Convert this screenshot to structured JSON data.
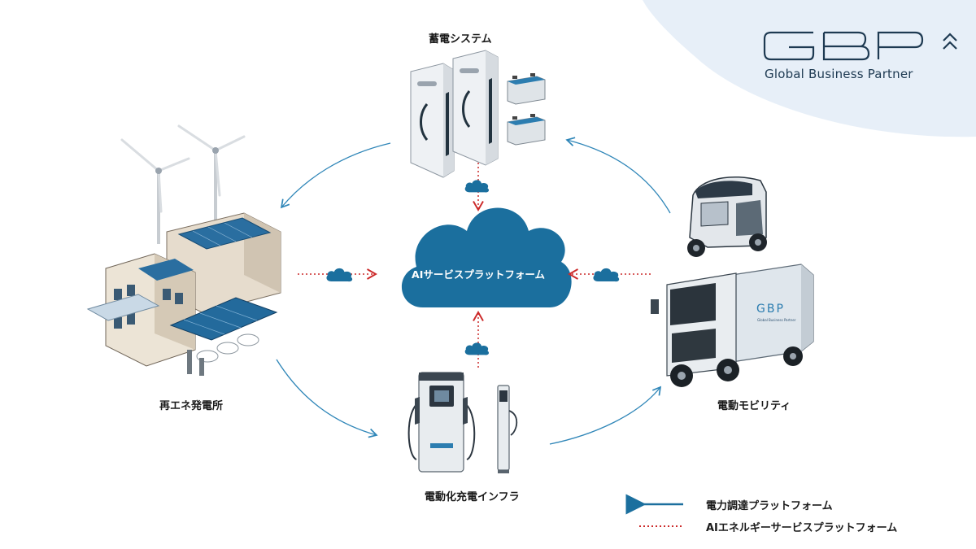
{
  "brand": {
    "logo_text": "GBP",
    "name": "Global Business Partner"
  },
  "nodes": {
    "storage": "蓄電システム",
    "renewable": "再エネ発電所",
    "mobility": "電動モビリティ",
    "charging": "電動化充電インフラ",
    "platform": "AIサービスプラットフォーム"
  },
  "truck_logo": "GBP",
  "truck_sub": "Global Business Partner",
  "legend": {
    "solid": "電力調達プラットフォーム",
    "dotted": "AIエネルギーサービスプラットフォーム"
  },
  "colors": {
    "cycle_arrow": "#2f86b8",
    "dotted_arrow": "#cc2a2a",
    "cloud": "#1b6f9e",
    "legend_arrow": "#1b6f9e",
    "brand_bg": "#e7eff8",
    "brand_text": "#1e3a52"
  }
}
